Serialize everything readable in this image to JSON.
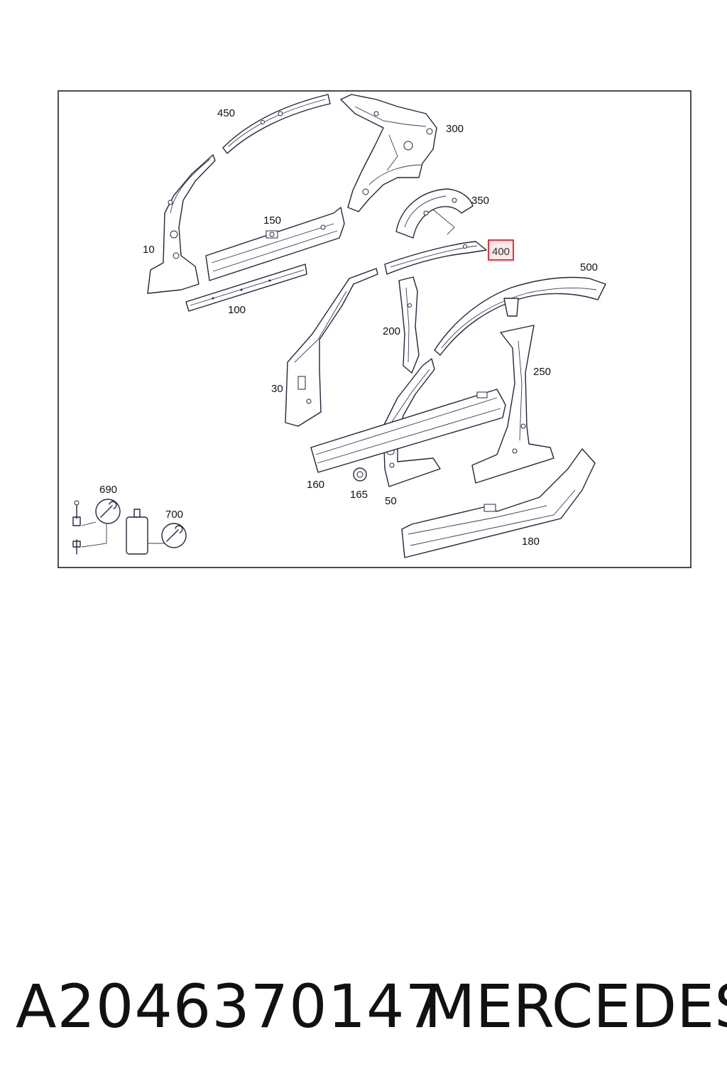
{
  "diagram": {
    "callouts": {
      "p10": "10",
      "p30": "30",
      "p50": "50",
      "p100": "100",
      "p150": "150",
      "p160": "160",
      "p165": "165",
      "p180": "180",
      "p200": "200",
      "p250": "250",
      "p300": "300",
      "p350": "350",
      "p400": "400",
      "p450": "450",
      "p500": "500",
      "p690": "690",
      "p700": "700"
    },
    "highlighted_callout": "400",
    "highlight_color": "#e0202a",
    "line_color": "#24243f"
  },
  "caption": {
    "part_number": "A2046370147",
    "brand": "MERCEDES"
  }
}
